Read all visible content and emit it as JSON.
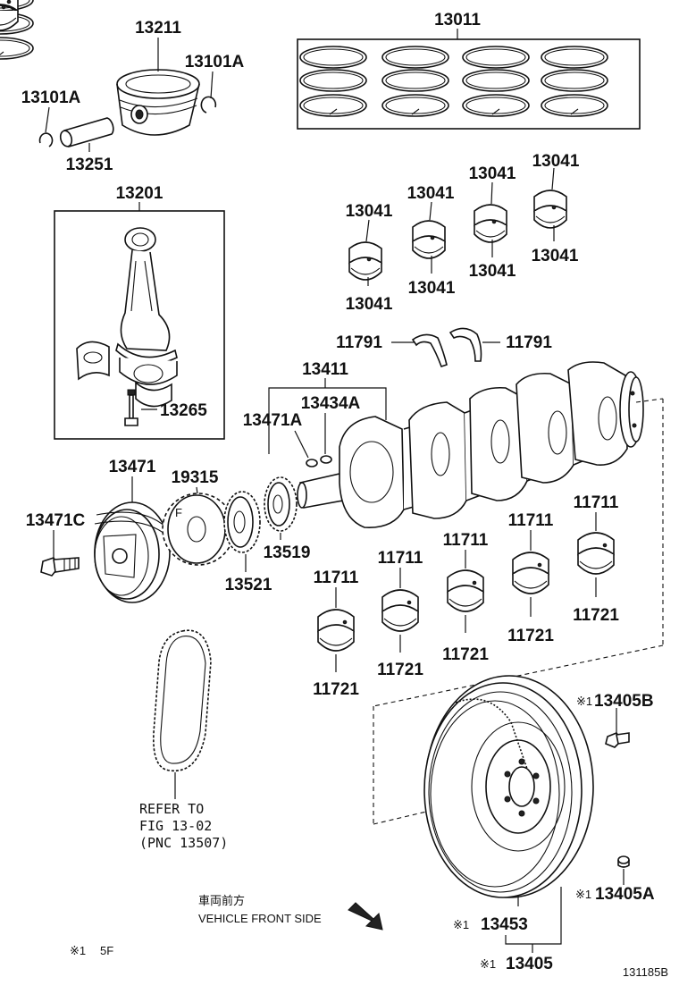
{
  "labels": {
    "p13011": "13011",
    "p13211": "13211",
    "p13101A_r": "13101A",
    "p13101A_l": "13101A",
    "p13251": "13251",
    "p13201": "13201",
    "p13265": "13265",
    "p13041_a": "13041",
    "p13041_b": "13041",
    "p13041_c": "13041",
    "p13041_d": "13041",
    "p13041_e": "13041",
    "p13041_f": "13041",
    "p13041_g": "13041",
    "p13041_h": "13041",
    "p11791_l": "11791",
    "p11791_r": "11791",
    "p13411": "13411",
    "p13434A": "13434A",
    "p13471A": "13471A",
    "p13471": "13471",
    "p19315": "19315",
    "p13471C": "13471C",
    "p13521": "13521",
    "p13519": "13519",
    "p11711_a": "11711",
    "p11711_b": "11711",
    "p11711_c": "11711",
    "p11711_d": "11711",
    "p11711_e": "11711",
    "p11721_a": "11721",
    "p11721_b": "11721",
    "p11721_c": "11721",
    "p11721_d": "11721",
    "p11721_e": "11721",
    "p13405B": "13405B",
    "p13405A": "13405A",
    "p13453": "13453",
    "p13405": "13405"
  },
  "marks": {
    "note_mark": "※1",
    "note_13405B": "※1",
    "note_13405A": "※1",
    "note_13453": "※1",
    "note_13405": "※1"
  },
  "chain_ref": {
    "line1": "REFER TO",
    "line2": "FIG 13-02",
    "line3": "(PNC 13507)"
  },
  "front": {
    "jp": "車両前方",
    "en": "VEHICLE FRONT SIDE"
  },
  "footnote": {
    "value": "5F"
  },
  "figure_id": "131185B"
}
